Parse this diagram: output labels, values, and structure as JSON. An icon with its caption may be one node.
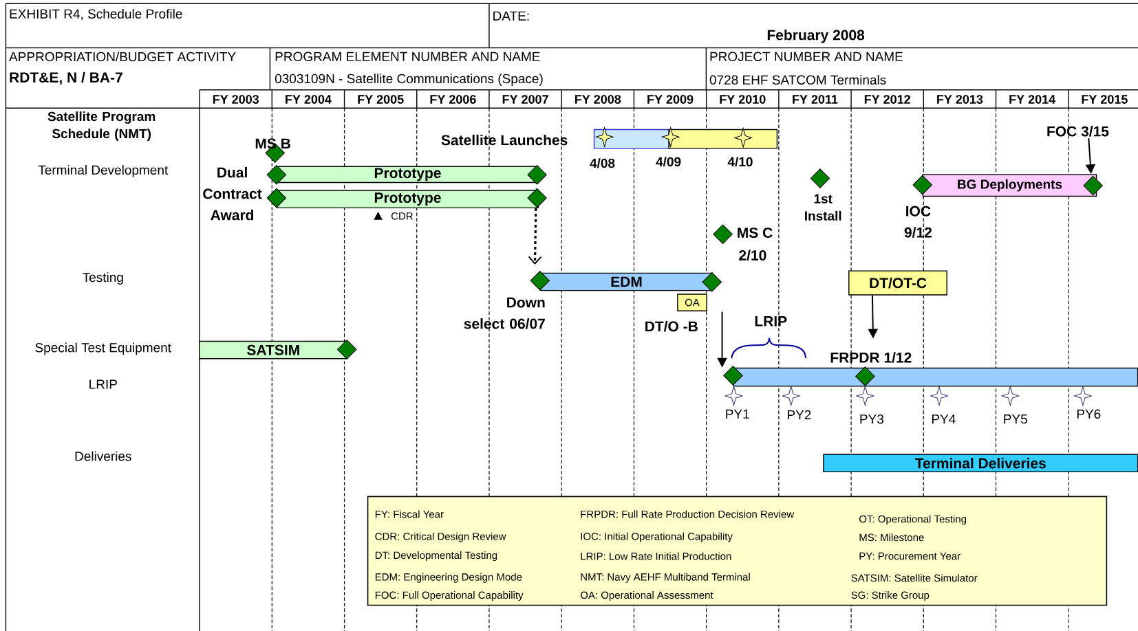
{
  "diagram": {
    "nodes": [
      {
        "text": [],
        "shape": "bar"
      },
      {
        "text": [],
        "shape": "bar"
      },
      {
        "text": [
          "Prototype"
        ]
      },
      {
        "text": [
          "Prototype"
        ]
      },
      {
        "text": [
          "BG Deployments"
        ]
      },
      {
        "text": [
          "FOC 3/15"
        ]
      },
      {
        "text": [
          "EDM"
        ]
      },
      {
        "text": [
          "OA"
        ]
      },
      {
        "text": [
          "DT/OT-C"
        ]
      },
      {
        "text": [
          "SATSIM"
        ]
      },
      {
        "text": [],
        "shape": "bar"
      },
      {
        "text": [
          "Terminal Deliveries"
        ]
      },
      {
        "text": [
          "FY: Fiscal Year",
          "FRPDR: Full Rate Production Decision Review",
          "OT: Operational Testing",
          "CDR: Critical Design Review",
          "IOC: Initial Operational Capability",
          "MS: Milestone",
          "DT: Developmental Testing",
          "LRIP: Low Rate Initial Production",
          "PY: Procurement Year",
          "EDM: Engineering Design Mode",
          "NMT: Navy AEHF Multiband Terminal",
          "SATSIM: Satellite Simulator",
          "FOC: Full Operational Capability",
          "OA: Operational Assessment",
          "SG: Strike Group"
        ]
      }
    ],
    "edges": [
      {
        "from": 5,
        "to": 4,
        "arrow": "to"
      },
      {
        "from": 3,
        "to": 6,
        "arrow": "to",
        "style": "dashed"
      },
      {
        "from": null,
        "to": 10,
        "arrow": "to"
      },
      {
        "from": 8,
        "to": null,
        "arrow": "to"
      }
    ],
    "labels": [
      "EXHIBIT R4, Schedule Profile",
      "DATE:",
      "February 2008",
      "APPROPRIATION/BUDGET ACTIVITY",
      "RDT&E, N / BA-7",
      "PROGRAM ELEMENT NUMBER AND NAME",
      "0303109N - Satellite Communications (Space)",
      "PROJECT NUMBER AND NAME",
      "0728 EHF SATCOM Terminals",
      "FY 2003",
      "FY 2004",
      "FY 2005",
      "FY 2006",
      "FY 2007",
      "FY 2008",
      "FY 2009",
      "FY 2010",
      "FY 2011",
      "FY 2012",
      "FY 2013",
      "FY 2014",
      "FY 2015",
      "Satellite Program Schedule (NMT)",
      "Terminal Development",
      "Testing",
      "Special Test Equipment",
      "LRIP",
      "Deliveries",
      "MS B",
      "Dual Contract Award",
      "Satellite Launches",
      "4/08",
      "4/09",
      "4/10",
      "1st Install",
      "IOC 9/12",
      "MS C",
      "2/10",
      "CDR",
      "Down select 06/07",
      "DT/O -B",
      "LRIP",
      "FRPDR 1/12",
      "PY1",
      "PY2",
      "PY3",
      "PY4",
      "PY5",
      "PY6"
    ]
  }
}
